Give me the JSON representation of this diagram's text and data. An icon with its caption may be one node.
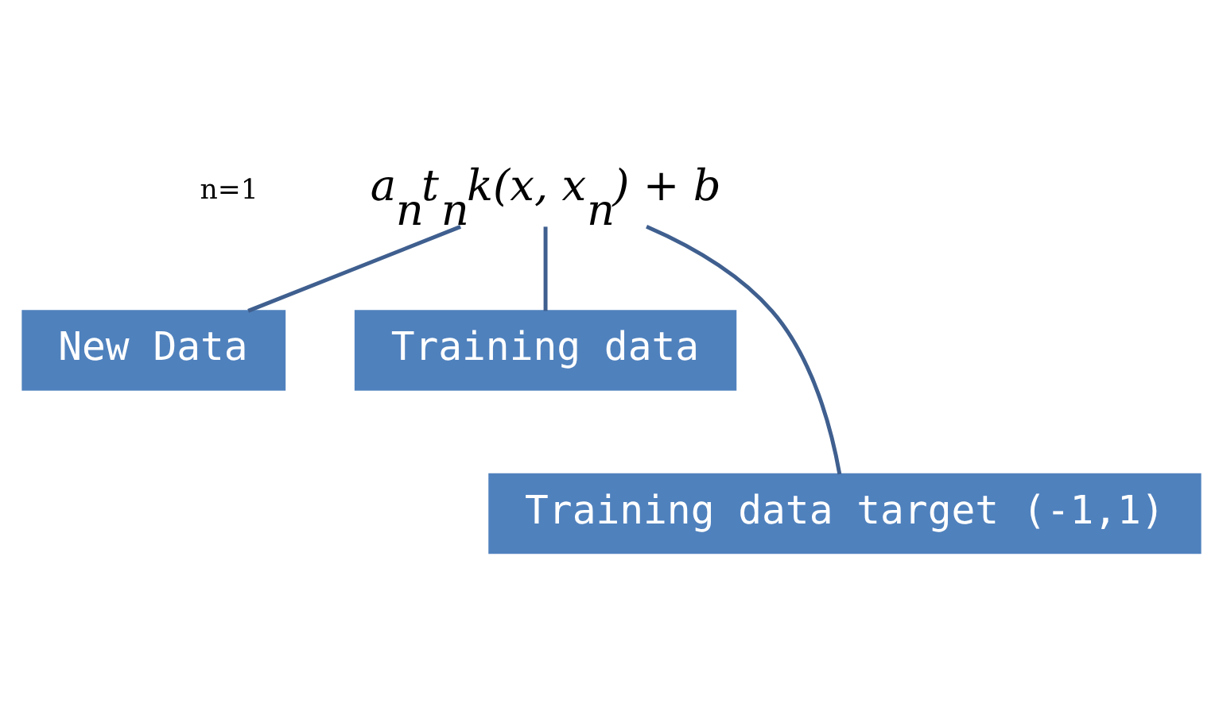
{
  "diagram": {
    "nodes": [
      {
        "text": [
          "a$_{n}$t$_{n}$k(x, x$_{n}$) + b"
        ]
      },
      {
        "text": [
          "New Data"
        ]
      },
      {
        "text": [
          "Training data"
        ]
      },
      {
        "text": [
          "Training data target (-1,1)"
        ]
      }
    ],
    "edges": [
      {
        "from": 0,
        "to": 3,
        "arrow": "none"
      },
      {
        "from": 0,
        "to": 1,
        "arrow": "none"
      },
      {
        "from": 0,
        "to": 2,
        "arrow": "none"
      }
    ],
    "labels": [
      "n=1"
    ]
  }
}
